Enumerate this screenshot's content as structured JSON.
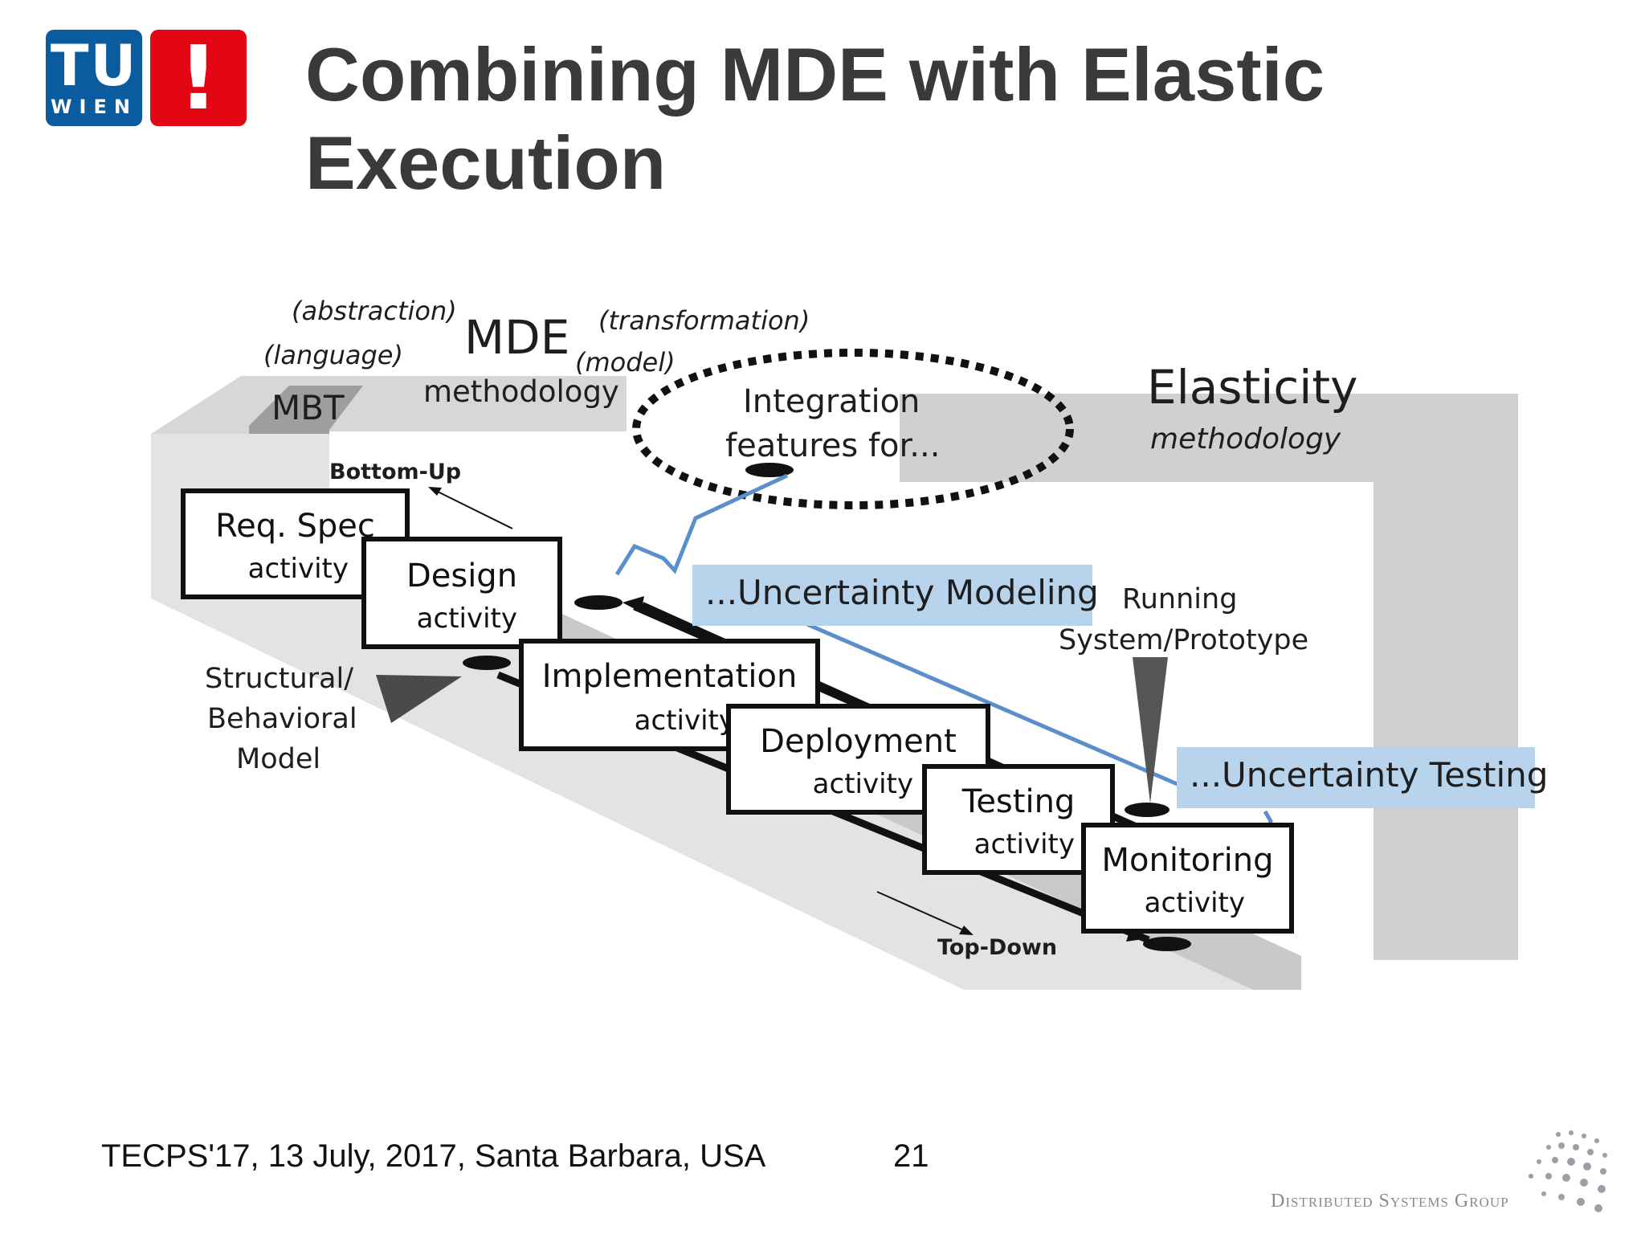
{
  "logo": {
    "tu": "TU",
    "wien": "WIEN",
    "mark": "!"
  },
  "slide": {
    "title_line1": "Combining MDE with Elastic",
    "title_line2": "Execution"
  },
  "diagram": {
    "abstraction": "(abstraction)",
    "language": "(language)",
    "mde": "MDE",
    "transformation": "(transformation)",
    "model": "(model)",
    "mde_methodology": "methodology",
    "mbt": "MBT",
    "integration_line1": "Integration",
    "integration_line2": "features for...",
    "elasticity": "Elasticity",
    "elasticity_methodology": "methodology",
    "bottom_up": "Bottom-Up",
    "top_down": "Top-Down",
    "structural_line1": "Structural/",
    "structural_line2": "Behavioral",
    "structural_line3": "Model",
    "uncertainty_modeling": "...Uncertainty Modeling",
    "uncertainty_testing": "...Uncertainty Testing",
    "running_line1": "Running",
    "running_line2": "System/Prototype",
    "activities": [
      {
        "name": "Req. Spec",
        "sub": "activity"
      },
      {
        "name": "Design",
        "sub": "activity"
      },
      {
        "name": "Implementation",
        "sub": "activity"
      },
      {
        "name": "Deployment",
        "sub": "activity"
      },
      {
        "name": "Testing",
        "sub": "activity"
      },
      {
        "name": "Monitoring",
        "sub": "activity"
      }
    ]
  },
  "footer": {
    "event": "TECPS'17, 13 July, 2017, Santa Barbara, USA",
    "page": "21",
    "group": "Distributed Systems Group"
  }
}
